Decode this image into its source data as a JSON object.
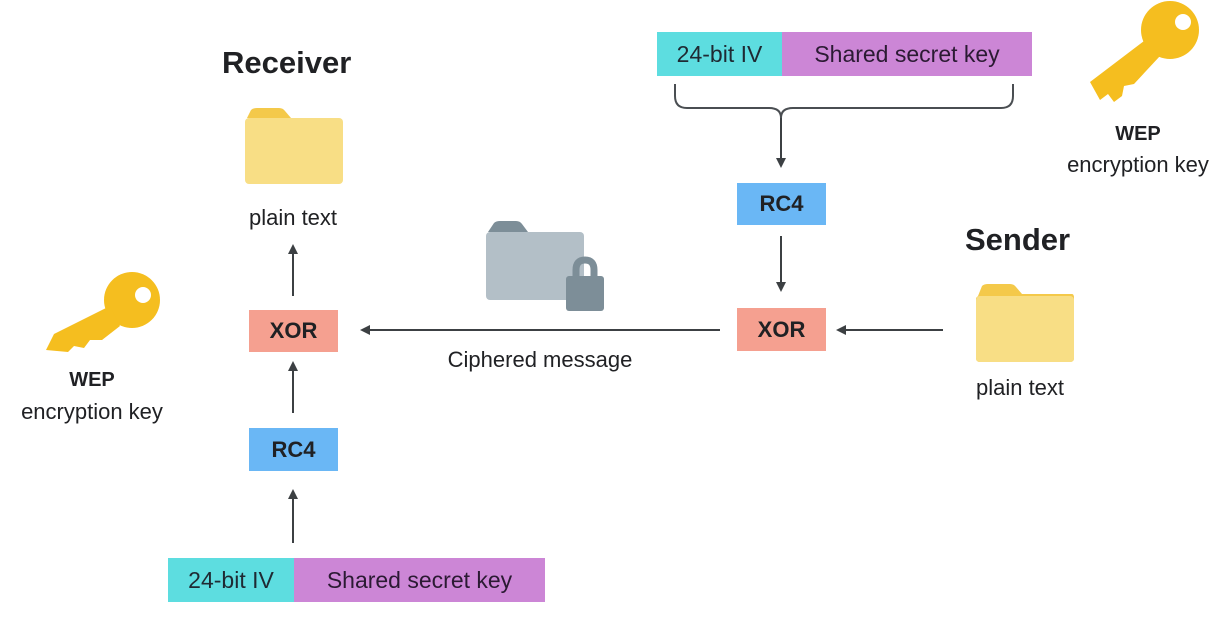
{
  "diagram": {
    "title": "WEP encryption and decryption",
    "colors": {
      "iv": "#5ddde0",
      "secret_key": "#cc86d6",
      "rc4": "#6ab7f5",
      "xor": "#f5a090",
      "key_icon": "#f5be1f",
      "folder": "#f8de85",
      "folder_tab": "#f4c94a",
      "locked_folder": "#b3bfc7",
      "lock": "#7d8e98",
      "arrow": "#3c4043"
    },
    "sender": {
      "heading": "Sender",
      "folder_label": "plain text",
      "key_label_title": "WEP",
      "key_label_sub": "encryption key",
      "key_parts": {
        "iv": "24-bit IV",
        "secret": "Shared secret key"
      },
      "rc4": "RC4",
      "xor": "XOR"
    },
    "receiver": {
      "heading": "Receiver",
      "folder_label": "plain text",
      "key_label_title": "WEP",
      "key_label_sub": "encryption key",
      "key_parts": {
        "iv": "24-bit IV",
        "secret": "Shared secret key"
      },
      "rc4": "RC4",
      "xor": "XOR"
    },
    "channel": {
      "label": "Ciphered message"
    }
  }
}
